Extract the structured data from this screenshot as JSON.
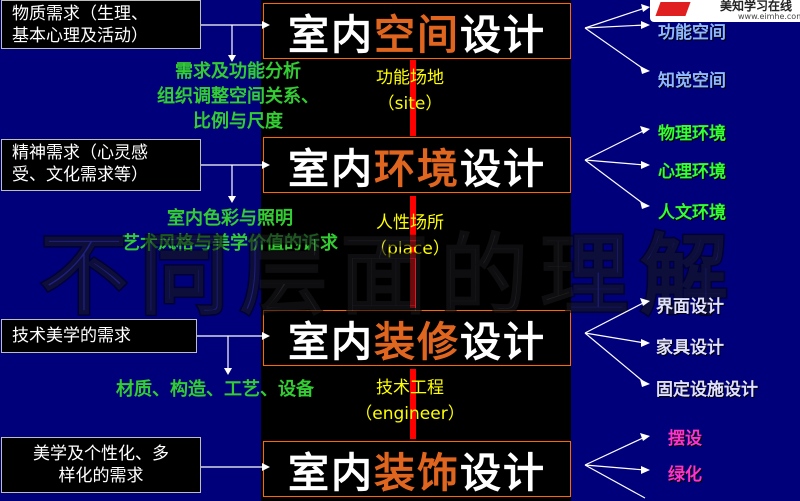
{
  "titles": [
    {
      "prefix": "室内",
      "highlight": "空间",
      "suffix": "设计"
    },
    {
      "prefix": "室内",
      "highlight": "环境",
      "suffix": "设计"
    },
    {
      "prefix": "室内",
      "highlight": "装修",
      "suffix": "设计"
    },
    {
      "prefix": "室内",
      "highlight": "装饰",
      "suffix": "设计"
    }
  ],
  "left_boxes": [
    {
      "line1": "物质需求（生理、",
      "line2": "基本心理及活动）"
    },
    {
      "line1": "精神需求（心灵感",
      "line2": "受、文化需求等）"
    },
    {
      "line1": "技术美学的需求",
      "line2": ""
    },
    {
      "line1": "美学及个性化、多",
      "line2": "样化的需求"
    }
  ],
  "green_notes": [
    {
      "line1": "需求及功能分析",
      "line2": "组织调整空间关系、",
      "line3": "比例与尺度"
    },
    {
      "line1": "室内色彩与照明",
      "line2": "艺术风格与美学价值的诉求",
      "line3": ""
    },
    {
      "line1": "材质、构造、工艺、设备",
      "line2": "",
      "line3": ""
    }
  ],
  "yellow_notes": [
    {
      "line1": "功能场地",
      "line2": "（site）"
    },
    {
      "line1": "人性场所",
      "line2": "（place）"
    },
    {
      "line1": "技术工程",
      "line2": "（engineer）"
    }
  ],
  "right_items": [
    {
      "label": "功能空间",
      "color": "#8fb8ff"
    },
    {
      "label": "知觉空间",
      "color": "#8fb8ff"
    },
    {
      "label": "物理环境",
      "color": "#33ff33"
    },
    {
      "label": "心理环境",
      "color": "#33ff33"
    },
    {
      "label": "人文环境",
      "color": "#33ff33"
    },
    {
      "label": "界面设计",
      "color": "#e0e0ff"
    },
    {
      "label": "家具设计",
      "color": "#e0e0ff"
    },
    {
      "label": "固定设施设计",
      "color": "#e0e0ff"
    },
    {
      "label": "摆设",
      "color": "#ff33cc"
    },
    {
      "label": "绿化",
      "color": "#ff33cc"
    }
  ],
  "watermark": "不同层面的理解",
  "logo": {
    "text": "美知学习在线",
    "sub": "www.eimhe.com"
  },
  "colors": {
    "background": "#00007a",
    "title_border": "#ff6600",
    "accent_line": "#ff0000"
  }
}
